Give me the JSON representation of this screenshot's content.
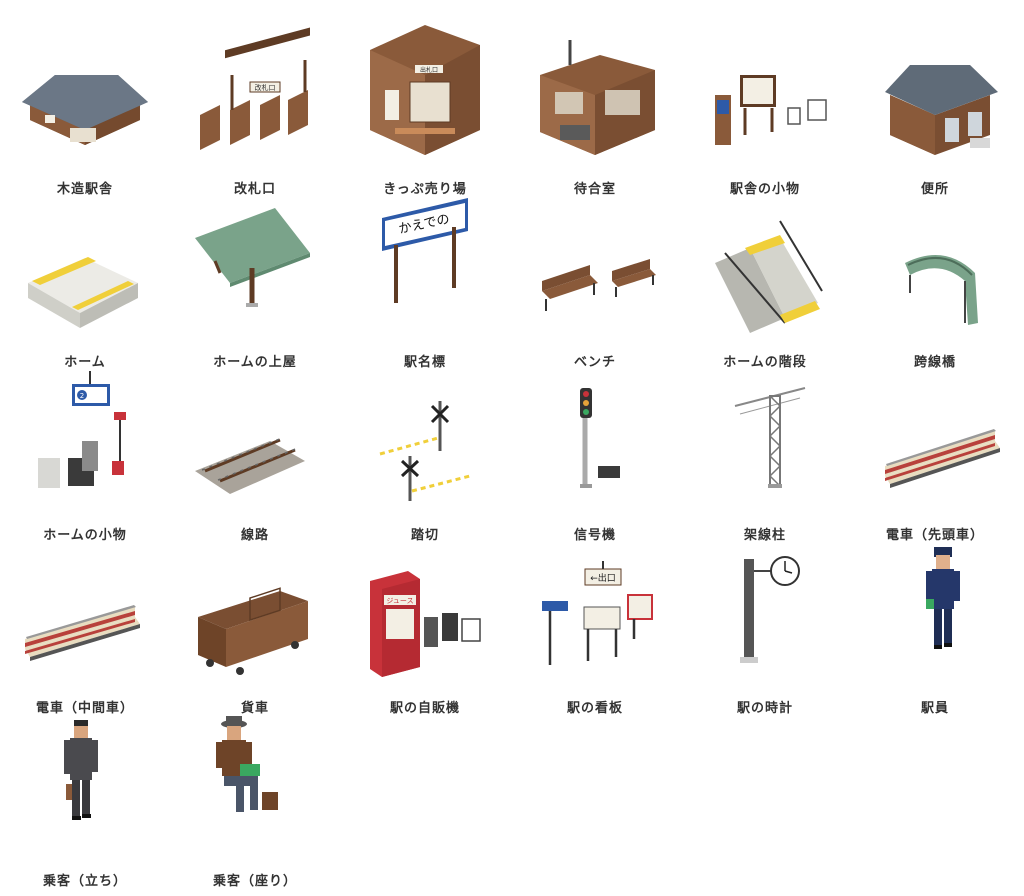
{
  "items": [
    {
      "label": "木造駅舎",
      "icon": "wooden-station-icon"
    },
    {
      "label": "改札口",
      "icon": "ticket-gate-icon"
    },
    {
      "label": "きっぷ売り場",
      "icon": "ticket-office-icon"
    },
    {
      "label": "待合室",
      "icon": "waiting-room-icon"
    },
    {
      "label": "駅舎の小物",
      "icon": "station-props-icon"
    },
    {
      "label": "便所",
      "icon": "restroom-icon"
    },
    {
      "label": "ホーム",
      "icon": "platform-icon"
    },
    {
      "label": "ホームの上屋",
      "icon": "platform-roof-icon"
    },
    {
      "label": "駅名標",
      "icon": "station-sign-icon"
    },
    {
      "label": "ベンチ",
      "icon": "bench-icon"
    },
    {
      "label": "ホームの階段",
      "icon": "platform-stairs-icon"
    },
    {
      "label": "跨線橋",
      "icon": "footbridge-icon"
    },
    {
      "label": "ホームの小物",
      "icon": "platform-props-icon"
    },
    {
      "label": "線路",
      "icon": "railway-track-icon"
    },
    {
      "label": "踏切",
      "icon": "railroad-crossing-icon"
    },
    {
      "label": "信号機",
      "icon": "signal-icon"
    },
    {
      "label": "架線柱",
      "icon": "catenary-pole-icon"
    },
    {
      "label": "電車（先頭車）",
      "icon": "train-lead-car-icon"
    },
    {
      "label": "電車（中間車）",
      "icon": "train-middle-car-icon"
    },
    {
      "label": "貨車",
      "icon": "freight-car-icon"
    },
    {
      "label": "駅の自販機",
      "icon": "vending-machine-icon"
    },
    {
      "label": "駅の看板",
      "icon": "station-signboards-icon"
    },
    {
      "label": "駅の時計",
      "icon": "station-clock-icon"
    },
    {
      "label": "駅員",
      "icon": "station-staff-icon"
    },
    {
      "label": "乗客（立ち）",
      "icon": "passenger-standing-icon"
    },
    {
      "label": "乗客（座り）",
      "icon": "passenger-sitting-icon"
    }
  ],
  "sign_texts": {
    "ticket_gate": "改札口",
    "ticket_office": "出札口",
    "station_name": "かえでの",
    "juice": "ジュース",
    "exit": "←出口",
    "platform_num": "2"
  },
  "colors": {
    "wood": "#8a5a3a",
    "wood_dark": "#5e3b24",
    "roof": "#5f6b78",
    "green_roof": "#7aa38a",
    "platform_yellow": "#f0cf3a",
    "sign_blue": "#2d5aa8",
    "vending_red": "#c8323a",
    "train_cream": "#e8dcc0",
    "train_red": "#b8413b",
    "label": "#333333"
  }
}
